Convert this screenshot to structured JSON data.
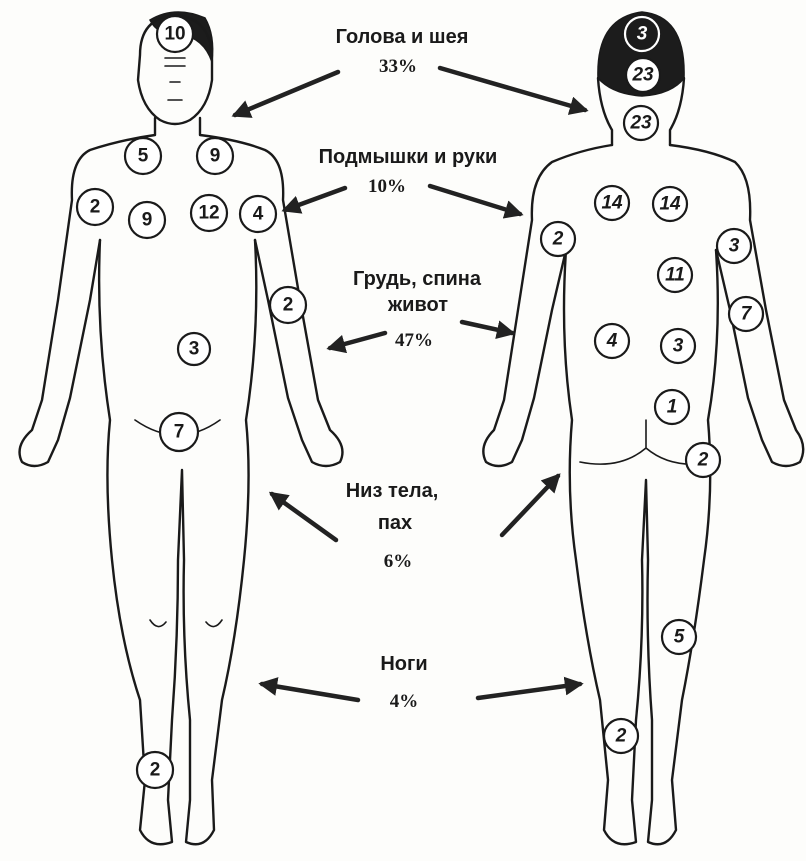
{
  "regions": [
    {
      "label": "Голова и шея",
      "percent": "33%"
    },
    {
      "label": "Подмышки и руки",
      "percent": "10%"
    },
    {
      "label_line1": "Грудь, спина",
      "label_line2": "живот",
      "percent": "47%"
    },
    {
      "label_line1": "Низ тела,",
      "label_line2": "пах",
      "percent": "6%"
    },
    {
      "label": "Ноги",
      "percent": "4%"
    }
  ],
  "front_markers": [
    "10",
    "5",
    "9",
    "2",
    "9",
    "12",
    "4",
    "2",
    "3",
    "7",
    "2"
  ],
  "back_markers": [
    "3",
    "23",
    "23",
    "14",
    "14",
    "2",
    "3",
    "11",
    "7",
    "4",
    "3",
    "1",
    "2",
    "5",
    "2"
  ]
}
